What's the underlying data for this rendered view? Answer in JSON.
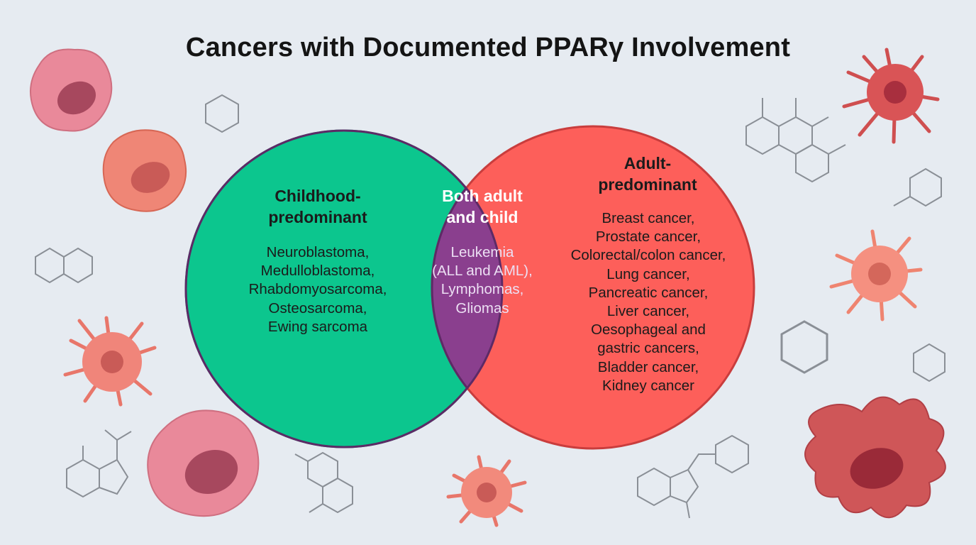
{
  "title": "Cancers with Documented PPARγ Involvement",
  "colors": {
    "background": "#e6ebf1",
    "childhood_circle": "#0cc68e",
    "adult_circle": "#fd5f5a",
    "overlap": "#8a3f8e"
  },
  "sets": {
    "childhood": {
      "heading": [
        "Childhood-",
        "predominant"
      ],
      "items": [
        "Neuroblastoma,",
        "Medulloblastoma,",
        "Rhabdomyosarcoma,",
        "Osteosarcoma,",
        "Ewing sarcoma"
      ]
    },
    "both": {
      "heading": [
        "Both adult",
        "and child"
      ],
      "items": [
        "Leukemia",
        "(ALL and AML),",
        "Lymphomas,",
        "Gliomas"
      ]
    },
    "adult": {
      "heading": [
        "Adult-",
        "predominant"
      ],
      "items": [
        "Breast cancer,",
        "Prostate cancer,",
        "Colorectal/colon cancer,",
        "Lung cancer,",
        "Pancreatic cancer,",
        "Liver cancer,",
        "Oesophageal and",
        "gastric cancers,",
        "Bladder cancer,",
        "Kidney cancer"
      ]
    }
  },
  "decorations": [
    "cancer-cell-icon",
    "molecule-structure-icon"
  ]
}
